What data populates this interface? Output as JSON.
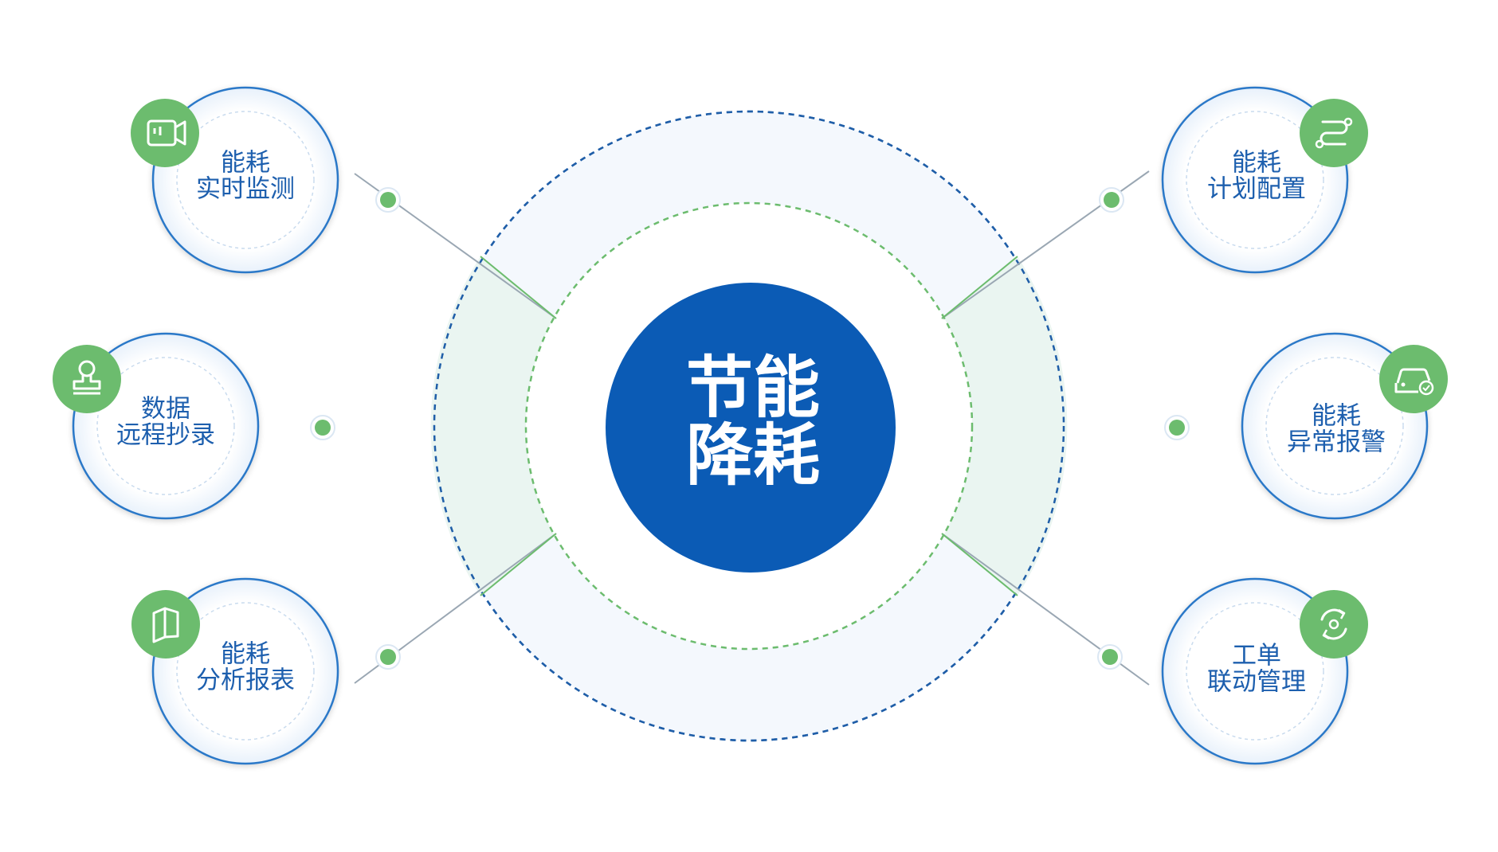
{
  "colors": {
    "primary_blue": "#0b5bb5",
    "accent_green": "#6cbc6e",
    "label_blue": "#1d5fae",
    "ring_fill": "#f4f8fd",
    "node_border": "#2a78c8"
  },
  "center": {
    "line1": "节能",
    "line2": "降耗"
  },
  "nodes": [
    {
      "id": "realtime-monitoring",
      "side": "left",
      "line1": "能耗",
      "line2": "实时监测",
      "icon": "video-camera-icon"
    },
    {
      "id": "remote-meter-reading",
      "side": "left",
      "line1": "数据",
      "line2": "远程抄录",
      "icon": "stamp-icon"
    },
    {
      "id": "analysis-report",
      "side": "left",
      "line1": "能耗",
      "line2": "分析报表",
      "icon": "book-icon"
    },
    {
      "id": "plan-configuration",
      "side": "right",
      "line1": "能耗",
      "line2": "计划配置",
      "icon": "route-icon"
    },
    {
      "id": "anomaly-alarm",
      "side": "right",
      "line1": "能耗",
      "line2": "异常报警",
      "icon": "car-alert-icon"
    },
    {
      "id": "work-order-linkage",
      "side": "right",
      "line1": "工单",
      "line2": "联动管理",
      "icon": "cycle-icon"
    }
  ]
}
